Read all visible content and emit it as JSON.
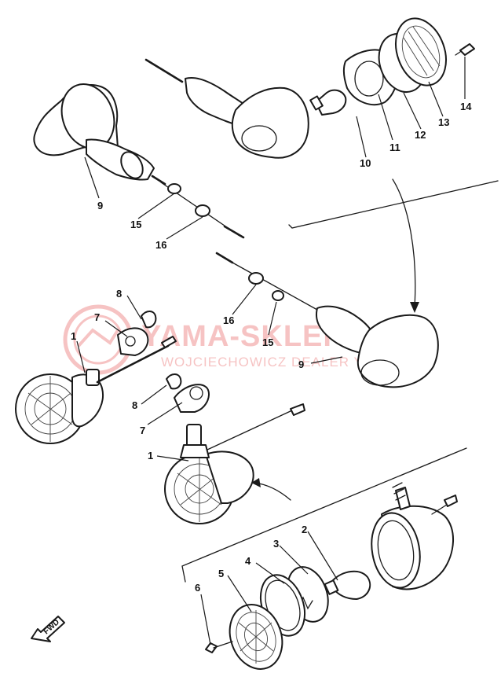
{
  "watermark": {
    "title": "YAMA-SKLEP.P",
    "subtitle": "WOJCIECHOWICZ  DEALER YAMAHA"
  },
  "fwd_label": "FWD",
  "callouts": {
    "n1a": "1",
    "n1b": "1",
    "n2": "2",
    "n3": "3",
    "n4": "4",
    "n5": "5",
    "n6": "6",
    "n7a": "7",
    "n7b": "7",
    "n8a": "8",
    "n8b": "8",
    "n9a": "9",
    "n9b": "9",
    "n10": "10",
    "n11": "11",
    "n12": "12",
    "n13": "13",
    "n14": "14",
    "n15a": "15",
    "n15b": "15",
    "n16a": "16",
    "n16b": "16"
  },
  "colors": {
    "line": "#1a1a1a",
    "watermark": "#e02a2a"
  }
}
